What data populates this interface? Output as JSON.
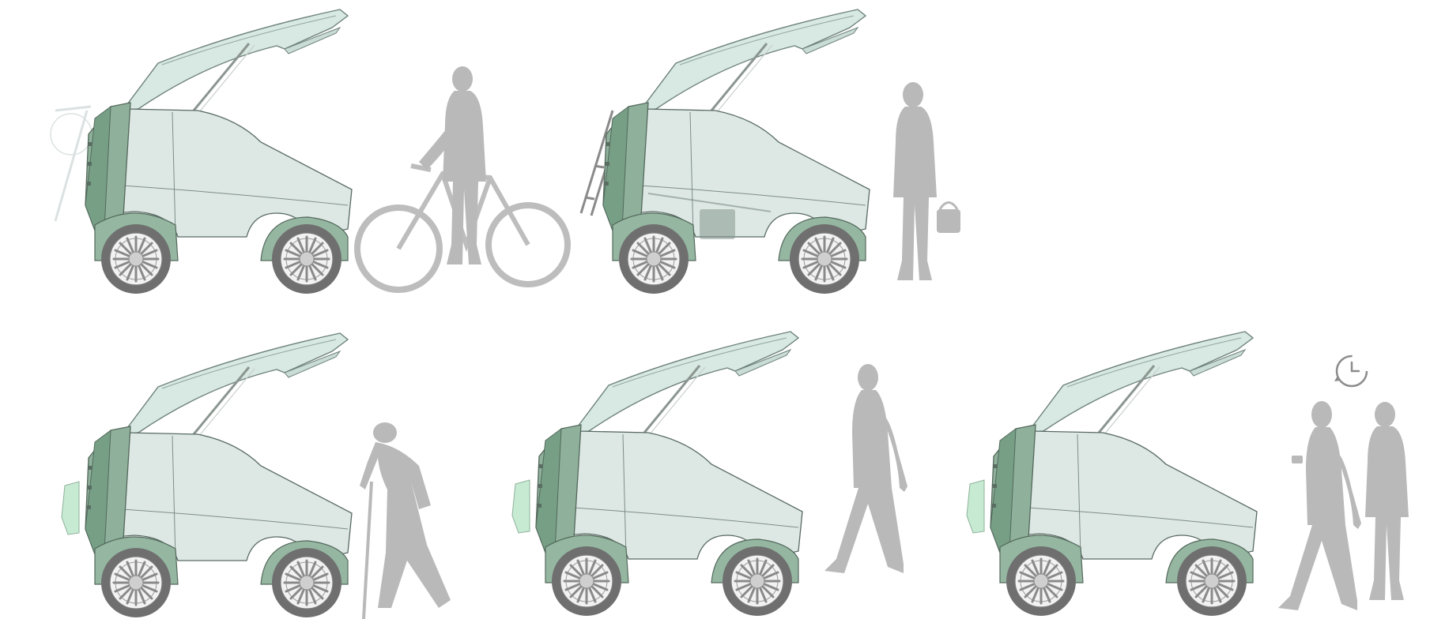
{
  "colors": {
    "background": "#ffffff",
    "body_fill": "#dde8e4",
    "body_stroke": "#596a64",
    "rear_panel": "#8fb19b",
    "rear_panel_dark": "#769f86",
    "fender": "#95b7a1",
    "lid_fill": "#d8e8e2",
    "lid_stroke": "#6e827b",
    "strut": "#8c9691",
    "tire": "#6f6f6f",
    "rim": "#f2f2f2",
    "spoke": "#8a8a8a",
    "silhouette": "#b9b9b9",
    "cargo_box": "#c6ead2",
    "clock": "#8c8c8c"
  },
  "scenes": [
    {
      "vehicle": "delivery-pod",
      "rear_attachment": "bicycle-rack",
      "figure": "person-with-bicycle"
    },
    {
      "vehicle": "delivery-pod",
      "rear_attachment": "ladder",
      "figure": "person-with-handbag"
    },
    {
      "vehicle": "delivery-pod",
      "rear_attachment": "cargo-box",
      "figure": "elderly-person-with-cane"
    },
    {
      "vehicle": "delivery-pod",
      "rear_attachment": "cargo-box",
      "figure": "walking-person"
    },
    {
      "vehicle": "delivery-pod",
      "rear_attachment": "cargo-box",
      "figure": "two-persons-waiting",
      "icon": "clock-icon"
    }
  ]
}
